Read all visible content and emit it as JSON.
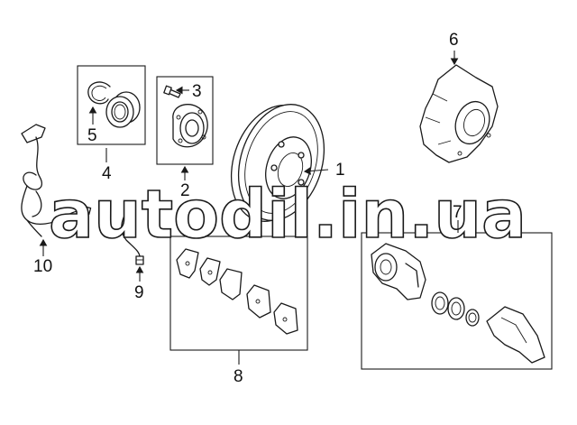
{
  "callouts": {
    "c1": "1",
    "c2": "2",
    "c3": "3",
    "c4": "4",
    "c5": "5",
    "c6": "6",
    "c7": "7",
    "c8": "8",
    "c9": "9",
    "c10": "10"
  },
  "watermark": "autodil.in.ua"
}
